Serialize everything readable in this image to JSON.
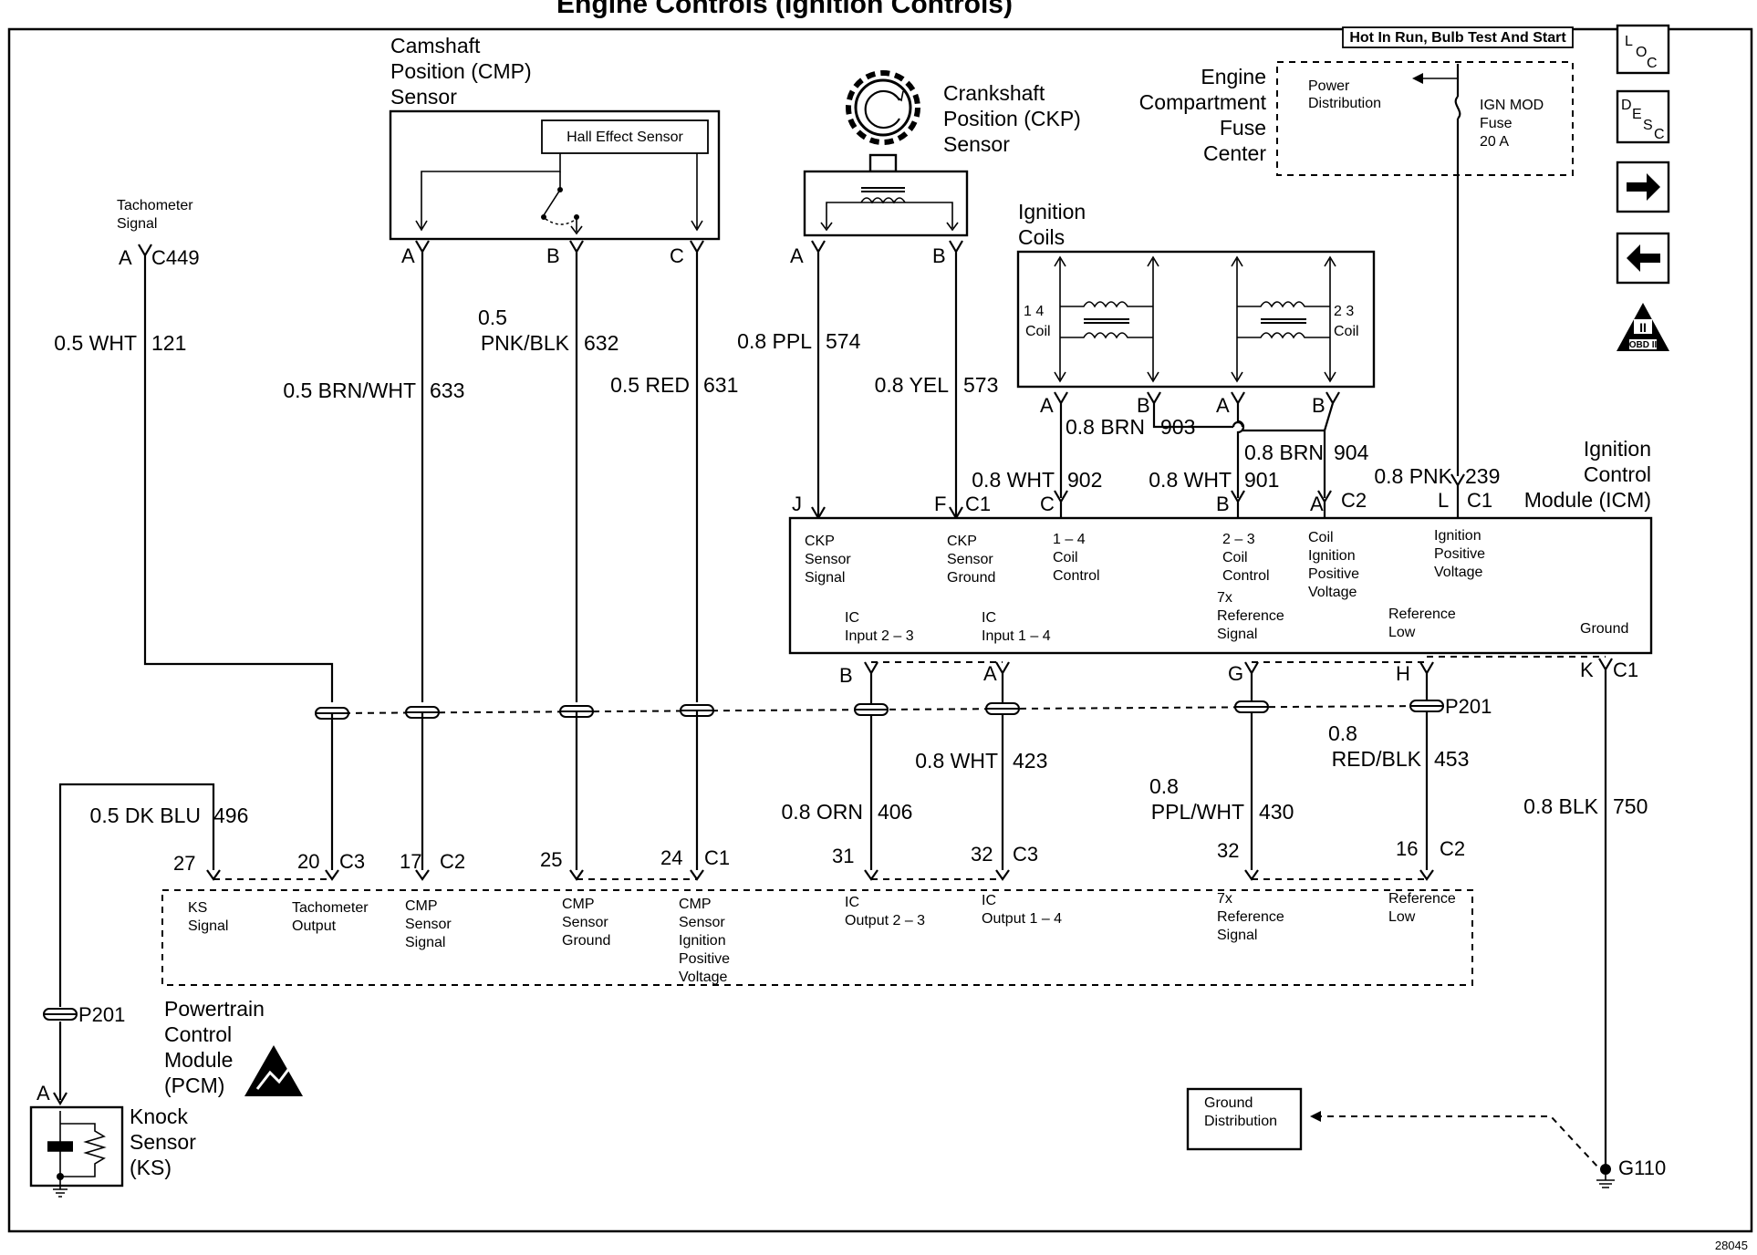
{
  "title": "Engine Controls (Ignition Controls)",
  "figure_id": "28045",
  "nav": {
    "loc": [
      "L",
      "O",
      "C"
    ],
    "desc": [
      "D",
      "E",
      "S",
      "C"
    ],
    "forward_icon": "arrow-right-icon",
    "back_icon": "arrow-left-icon",
    "obd": "OBD II",
    "obd_mark": "II"
  },
  "power": {
    "hot_label": "Hot In Run, Bulb Test And Start",
    "fuse_center": [
      "Engine",
      "Compartment",
      "Fuse",
      "Center"
    ],
    "power_distribution": [
      "Power",
      "Distribution"
    ],
    "fuse": [
      "IGN MOD",
      "Fuse",
      "20 A"
    ]
  },
  "cmp": {
    "title": [
      "Camshaft",
      "Position (CMP)",
      "Sensor"
    ],
    "hall": "Hall Effect Sensor",
    "pins": [
      "A",
      "B",
      "C"
    ]
  },
  "ckp": {
    "title": [
      "Crankshaft",
      "Position (CKP)",
      "Sensor"
    ],
    "pins": [
      "A",
      "B"
    ]
  },
  "coils": {
    "title": [
      "Ignition",
      "Coils"
    ],
    "left": [
      "1  4",
      "Coil"
    ],
    "right": [
      "2  3",
      "Coil"
    ],
    "pins": [
      "A",
      "B",
      "A",
      "B"
    ]
  },
  "tach": {
    "label": [
      "Tachometer",
      "Signal"
    ],
    "pin": "A",
    "connector": "C449"
  },
  "wires": {
    "w121": [
      "0.5 WHT",
      "121"
    ],
    "w633": [
      "0.5 BRN/WHT",
      "633"
    ],
    "w632": [
      "0.5",
      "PNK/BLK",
      "632"
    ],
    "w631": [
      "0.5 RED",
      "631"
    ],
    "w574": [
      "0.8 PPL",
      "574"
    ],
    "w573": [
      "0.8 YEL",
      "573"
    ],
    "w903": [
      "0.8 BRN",
      "903"
    ],
    "w904": [
      "0.8 BRN",
      "904"
    ],
    "w902": [
      "0.8 WHT",
      "902"
    ],
    "w901": [
      "0.8 WHT",
      "901"
    ],
    "w239": [
      "0.8 PNK",
      "239"
    ],
    "w423": [
      "0.8 WHT",
      "423"
    ],
    "w406": [
      "0.8 ORN",
      "406"
    ],
    "w430": [
      "0.8",
      "PPL/WHT",
      "430"
    ],
    "w453": [
      "0.8",
      "RED/BLK",
      "453"
    ],
    "w750": [
      "0.8 BLK",
      "750"
    ],
    "w496": [
      "0.5 DK BLU",
      "496"
    ]
  },
  "icm": {
    "title": [
      "Ignition",
      "Control",
      "Module (ICM)"
    ],
    "top_pins": {
      "J": "J",
      "F": "F",
      "C1a": "C1",
      "C": "C",
      "B": "B",
      "A": "A",
      "C2": "C2",
      "L": "L",
      "C1b": "C1"
    },
    "labels": {
      "ckp_signal": [
        "CKP",
        "Sensor",
        "Signal"
      ],
      "ckp_ground": [
        "CKP",
        "Sensor",
        "Ground"
      ],
      "coil14": [
        "1 – 4",
        "Coil",
        "Control"
      ],
      "coil23": [
        "2 – 3",
        "Coil",
        "Control"
      ],
      "coil_ign": [
        "Coil",
        "Ignition",
        "Positive",
        "Voltage"
      ],
      "ign_pos": [
        "Ignition",
        "Positive",
        "Voltage"
      ],
      "ic23": [
        "IC",
        "Input 2 – 3"
      ],
      "ic14": [
        "IC",
        "Input 1 – 4"
      ],
      "ref7x": [
        "7x",
        "Reference",
        "Signal"
      ],
      "ref_low": [
        "Reference",
        "Low"
      ],
      "ground": "Ground"
    },
    "bottom_pins": {
      "B": "B",
      "A": "A",
      "G": "G",
      "H": "H",
      "K": "K",
      "C1": "C1"
    }
  },
  "splice": "P201",
  "pcm": {
    "title": [
      "Powertrain",
      "Control",
      "Module",
      "(PCM)"
    ],
    "pins": {
      "p27": "27",
      "p20": "20",
      "c3a": "C3",
      "p17": "17",
      "c2a": "C2",
      "p25": "25",
      "p24": "24",
      "c1": "C1",
      "p31": "31",
      "p32a": "32",
      "c3b": "C3",
      "p32b": "32",
      "p16": "16",
      "c2b": "C2"
    },
    "labels": {
      "ks": [
        "KS",
        "Signal"
      ],
      "tach": [
        "Tachometer",
        "Output"
      ],
      "cmp_sig": [
        "CMP",
        "Sensor",
        "Signal"
      ],
      "cmp_gnd": [
        "CMP",
        "Sensor",
        "Ground"
      ],
      "cmp_ign": [
        "CMP",
        "Sensor",
        "Ignition",
        "Positive",
        "Voltage"
      ],
      "ic23": [
        "IC",
        "Output 2 – 3"
      ],
      "ic14": [
        "IC",
        "Output 1 – 4"
      ],
      "ref7x": [
        "7x",
        "Reference",
        "Signal"
      ],
      "ref_low": [
        "Reference",
        "Low"
      ]
    }
  },
  "knock": {
    "title": [
      "Knock",
      "Sensor",
      "(KS)"
    ],
    "pin": "A",
    "splice": "P201"
  },
  "ground": {
    "distribution": [
      "Ground",
      "Distribution"
    ],
    "point": "G110"
  }
}
